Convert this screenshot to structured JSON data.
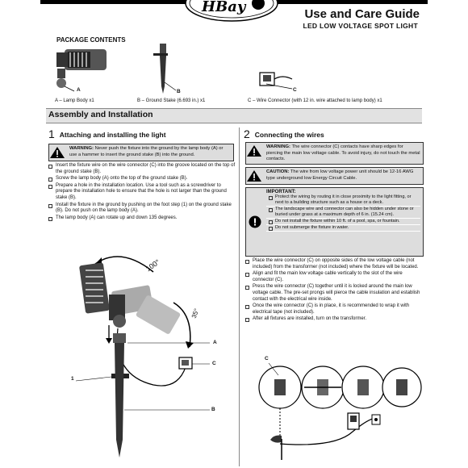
{
  "brand": {
    "logo_text": "HBay"
  },
  "header": {
    "title": "Use and Care Guide",
    "subtitle": "LED LOW VOLTAGE SPOT LIGHT"
  },
  "package": {
    "title": "PACKAGE CONTENTS",
    "items": [
      {
        "letter": "A",
        "caption": "A – Lamp Body x1"
      },
      {
        "letter": "B",
        "caption": "B – Ground Stake (6.693 in.) x1"
      },
      {
        "letter": "C",
        "caption": "C – Wire Connector (with 12 in. wire attached to lamp body) x1"
      }
    ]
  },
  "section": {
    "title": "Assembly and Installation"
  },
  "step1": {
    "number": "1",
    "title": "Attaching and installing the light",
    "warning_label": "WARNING:",
    "warning_text": "Never push the fixture into the ground by the lamp body (A) or use a hammer to insert the ground stake (B) into the ground.",
    "bullets": [
      "Insert the fixture wire on the wire connector (C) into the groove located on the top of the ground stake (B).",
      "Screw the lamp body (A) onto the top of the ground stake (B).",
      "Prepare a hole in the installation location. Use a tool such as a screwdriver to prepare the installation hole to ensure that the hole is not larger than the ground stake (B).",
      "Install the fixture in the ground by pushing on the foot step (1) on the ground stake (B). Do not push on the lamp body (A).",
      "The lamp body (A) can rotate up and down 135 degrees."
    ],
    "angle_top": "100°",
    "angle_bottom": "35°",
    "label_a": "A",
    "label_b": "B",
    "label_c": "C",
    "label_1": "1"
  },
  "step2": {
    "number": "2",
    "title": "Connecting the wires",
    "warning_label": "WARNING:",
    "warning_text": "The wire connector (C) contacts have sharp edges for piercing the main low voltage cable. To avoid injury, do not touch the metal contacts.",
    "caution_label": "CAUTION:",
    "caution_text": "The wire from low voltage power unit should be 12-16 AWG type underground low Energy Circuit Cable.",
    "important_label": "IMPORTANT:",
    "important_items": [
      "Protect the wiring by routing it in close proximity to the light fitting, or next to a building structure such as a house or a deck.",
      "The landscape wire and connector can also be hidden under stone or buried under grass at a maximum depth of 6 in. (15.24 cm).",
      "Do not install the fixture within 10 ft. of a pool, spa, or fountain.",
      "Do not submerge the fixture in water."
    ],
    "bullets": [
      "Place the wire connector (C) on opposite sides of the low voltage cable (not included) from the transformer (not included) where the fixture will be located.",
      "Align and fit the main low voltage cable vertically to the slot of the wire connector (C).",
      "Press the wire connector (C) together until it is locked around the main low voltage cable. The pre-set prongs will pierce the cable insulation and establish contact with the electrical wire inside.",
      "Once the wire connector (C) is in place, it is recommended to wrap it with electrical tape (not included).",
      "After all fixtures are installed, turn on the transformer."
    ],
    "label_c": "C"
  },
  "colors": {
    "box_gray": "#dddddd",
    "bar_gray": "#e2e2e2"
  }
}
